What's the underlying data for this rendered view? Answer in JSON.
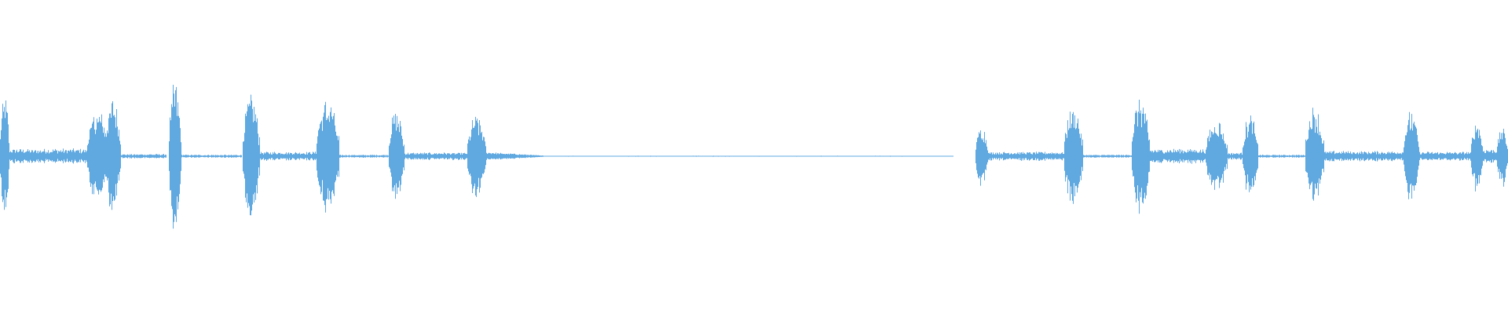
{
  "waveform": {
    "color": "#5fa8e0",
    "background": "#ffffff",
    "center_level": 0.0,
    "segments": [
      {
        "type": "burst",
        "start": 0.0,
        "end": 0.006,
        "peak": 0.83
      },
      {
        "type": "noise",
        "start": 0.006,
        "end": 0.058,
        "level": 0.1
      },
      {
        "type": "burst",
        "start": 0.058,
        "end": 0.072,
        "peak": 0.62
      },
      {
        "type": "burst",
        "start": 0.07,
        "end": 0.08,
        "peak": 0.78
      },
      {
        "type": "noise",
        "start": 0.08,
        "end": 0.11,
        "level": 0.03
      },
      {
        "type": "burst",
        "start": 0.112,
        "end": 0.12,
        "peak": 1.0
      },
      {
        "type": "noise",
        "start": 0.12,
        "end": 0.16,
        "level": 0.02
      },
      {
        "type": "burst",
        "start": 0.161,
        "end": 0.172,
        "peak": 0.85
      },
      {
        "type": "noise",
        "start": 0.172,
        "end": 0.21,
        "level": 0.06
      },
      {
        "type": "burst",
        "start": 0.21,
        "end": 0.225,
        "peak": 0.78
      },
      {
        "type": "noise",
        "start": 0.225,
        "end": 0.258,
        "level": 0.02
      },
      {
        "type": "burst",
        "start": 0.258,
        "end": 0.268,
        "peak": 0.62
      },
      {
        "type": "noise",
        "start": 0.268,
        "end": 0.31,
        "level": 0.05
      },
      {
        "type": "burst",
        "start": 0.31,
        "end": 0.322,
        "peak": 0.56
      },
      {
        "type": "decay",
        "start": 0.322,
        "end": 0.36,
        "level": 0.05
      },
      {
        "type": "silence",
        "start": 0.36,
        "end": 0.632,
        "level": 0.006
      },
      {
        "type": "burst",
        "start": 0.647,
        "end": 0.655,
        "peak": 0.43
      },
      {
        "type": "noise",
        "start": 0.655,
        "end": 0.706,
        "level": 0.06
      },
      {
        "type": "burst",
        "start": 0.706,
        "end": 0.718,
        "peak": 0.7
      },
      {
        "type": "noise",
        "start": 0.718,
        "end": 0.751,
        "level": 0.02
      },
      {
        "type": "burst",
        "start": 0.751,
        "end": 0.762,
        "peak": 0.8
      },
      {
        "type": "noise",
        "start": 0.762,
        "end": 0.8,
        "level": 0.1
      },
      {
        "type": "burst",
        "start": 0.8,
        "end": 0.814,
        "peak": 0.52
      },
      {
        "type": "noise",
        "start": 0.814,
        "end": 0.824,
        "level": 0.05
      },
      {
        "type": "burst",
        "start": 0.824,
        "end": 0.834,
        "peak": 0.55
      },
      {
        "type": "noise",
        "start": 0.834,
        "end": 0.866,
        "level": 0.02
      },
      {
        "type": "burst",
        "start": 0.866,
        "end": 0.878,
        "peak": 0.67
      },
      {
        "type": "noise",
        "start": 0.878,
        "end": 0.931,
        "level": 0.07
      },
      {
        "type": "burst",
        "start": 0.931,
        "end": 0.941,
        "peak": 0.62
      },
      {
        "type": "noise",
        "start": 0.941,
        "end": 0.976,
        "level": 0.06
      },
      {
        "type": "burst",
        "start": 0.976,
        "end": 0.983,
        "peak": 0.5
      },
      {
        "type": "noise",
        "start": 0.983,
        "end": 0.993,
        "level": 0.1
      },
      {
        "type": "burst",
        "start": 0.993,
        "end": 1.0,
        "peak": 0.42
      }
    ]
  }
}
